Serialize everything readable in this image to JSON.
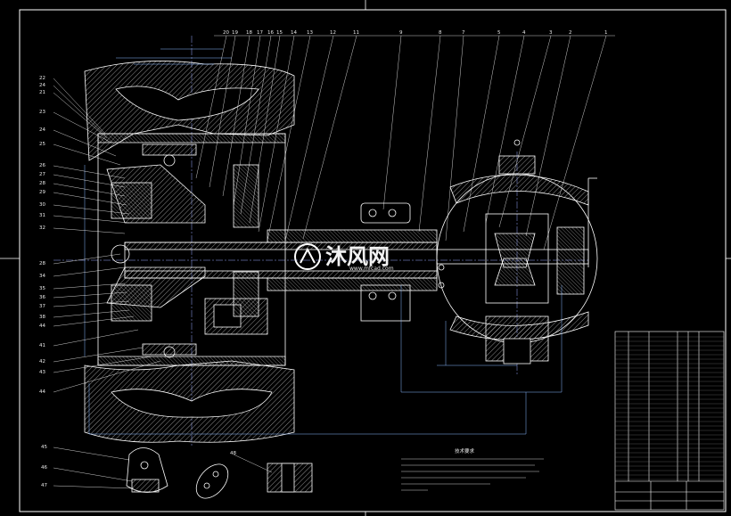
{
  "left_labels": [
    "22",
    "24",
    "21",
    "23",
    "24",
    "25",
    "26",
    "27",
    "28",
    "29",
    "30",
    "31",
    "32",
    "28",
    "34",
    "35",
    "36",
    "37",
    "38",
    "44",
    "41",
    "42",
    "43",
    "44"
  ],
  "top_labels": [
    "20",
    "19",
    "18",
    "17",
    "16",
    "15",
    "14",
    "13",
    "12",
    "11",
    "9",
    "8",
    "7",
    "5",
    "4",
    "3",
    "2",
    "1"
  ],
  "bottom_labels": [
    "45",
    "46",
    "47",
    "48"
  ],
  "tech_requirements": {
    "title": "技术要求",
    "lines": [
      "",
      "",
      "",
      "",
      ""
    ]
  },
  "title_block": {
    "name": "",
    "code": ""
  },
  "watermark": {
    "brand": "沐风网",
    "url": "www.mfcad.com"
  },
  "colors": {
    "background": "#000000",
    "line": "#ffffff",
    "hatch": "#cfcfcf",
    "dim": "#8ab8ff"
  }
}
